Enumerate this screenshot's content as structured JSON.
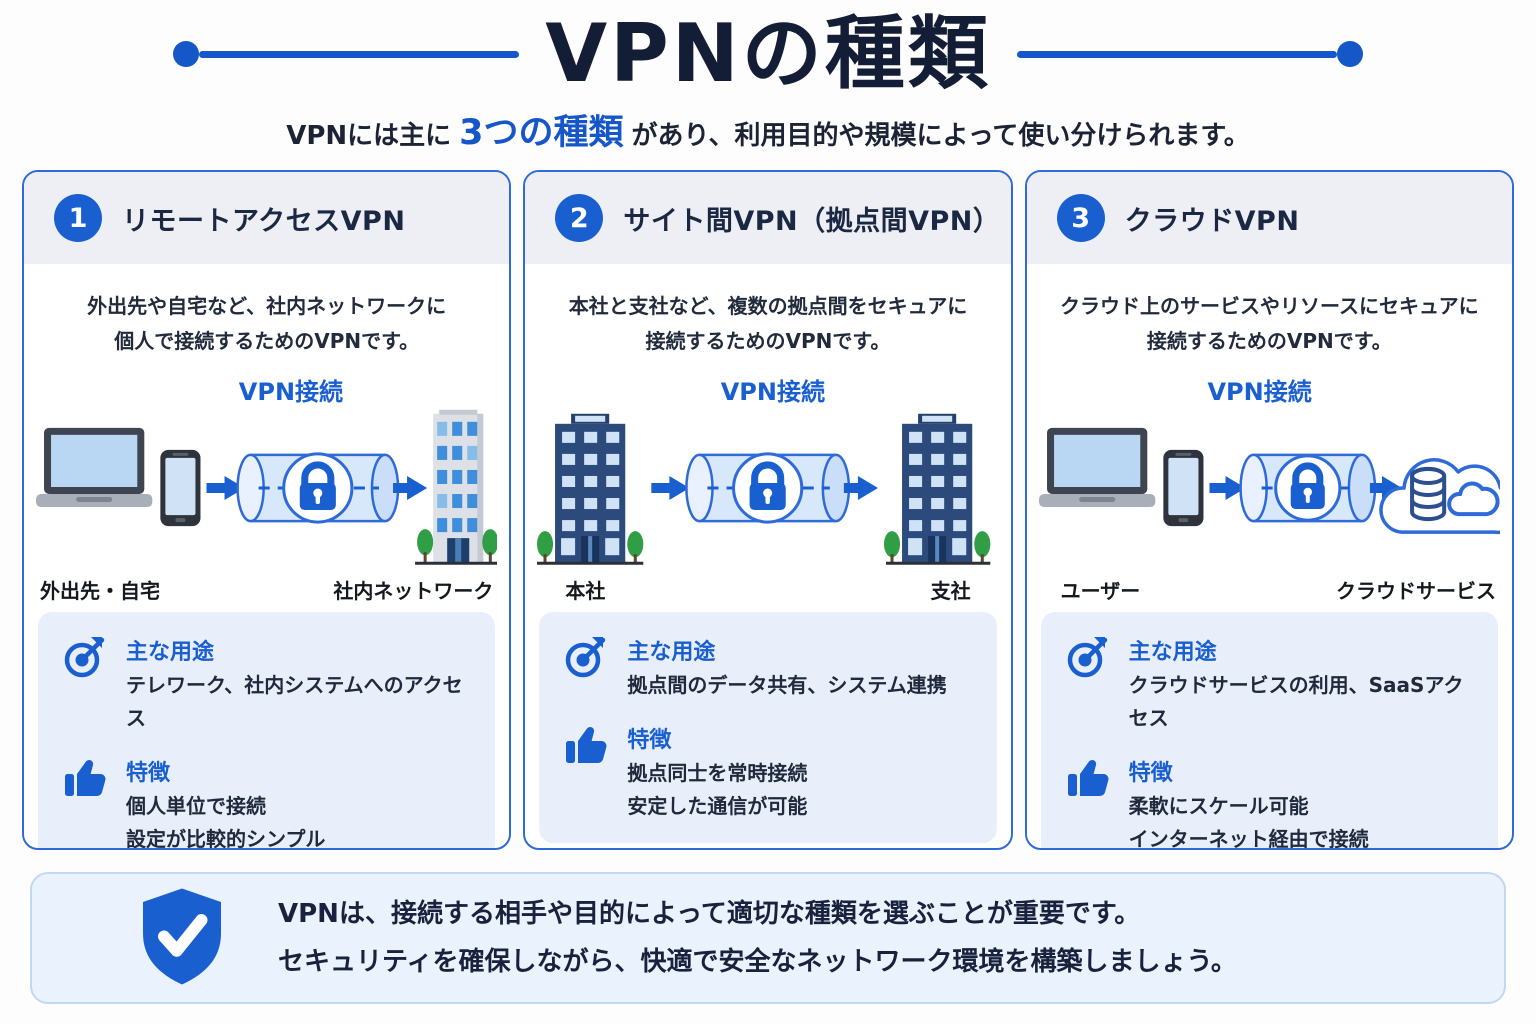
{
  "page": {
    "title": "VPNの種類",
    "subtitle_prefix": "VPNには主に",
    "subtitle_highlight": "3つの種類",
    "subtitle_suffix": "があり、利用目的や規模によって使い分けられます。"
  },
  "colors": {
    "accent_blue": "#1a5fd0",
    "deco_blue": "#1556c9",
    "card_border": "#2e6bd8",
    "dark_navy": "#1b2843",
    "header_bg": "#edeff5",
    "info_bg": "#e8effb",
    "footer_bg": "#eaf2fd",
    "tunnel_fill": "#d8e8fb"
  },
  "icons": {
    "tunnel_icon": "lock-icon",
    "usage_icon": "target-icon",
    "features_icon": "thumbs-up-icon",
    "footer_icon": "shield-check-icon"
  },
  "cards": [
    {
      "number": "1",
      "title": "リモートアクセスVPN",
      "desc_line1": "外出先や自宅など、社内ネットワークに",
      "desc_line2": "個人で接続するためのVPNです。",
      "tunnel_label": "VPN接続",
      "left_label": "外出先・自宅",
      "right_label": "社内ネットワーク",
      "usage": {
        "heading": "主な用途",
        "lines": [
          "テレワーク、社内システムへのアクセス"
        ]
      },
      "features": {
        "heading": "特徴",
        "lines": [
          "個人単位で接続",
          "設定が比較的シンプル"
        ]
      }
    },
    {
      "number": "2",
      "title": "サイト間VPN（拠点間VPN）",
      "desc_line1": "本社と支社など、複数の拠点間をセキュアに",
      "desc_line2": "接続するためのVPNです。",
      "tunnel_label": "VPN接続",
      "left_label": "本社",
      "right_label": "支社",
      "usage": {
        "heading": "主な用途",
        "lines": [
          "拠点間のデータ共有、システム連携"
        ]
      },
      "features": {
        "heading": "特徴",
        "lines": [
          "拠点同士を常時接続",
          "安定した通信が可能"
        ]
      }
    },
    {
      "number": "3",
      "title": "クラウドVPN",
      "desc_line1": "クラウド上のサービスやリソースにセキュアに",
      "desc_line2": "接続するためのVPNです。",
      "tunnel_label": "VPN接続",
      "left_label": "ユーザー",
      "right_label": "クラウドサービス",
      "usage": {
        "heading": "主な用途",
        "lines": [
          "クラウドサービスの利用、SaaSアクセス"
        ]
      },
      "features": {
        "heading": "特徴",
        "lines": [
          "柔軟にスケール可能",
          "インターネット経由で接続"
        ]
      }
    }
  ],
  "footer": {
    "line1": "VPNは、接続する相手や目的によって適切な種類を選ぶことが重要です。",
    "line2": "セキュリティを確保しながら、快適で安全なネットワーク環境を構築しましょう。"
  }
}
